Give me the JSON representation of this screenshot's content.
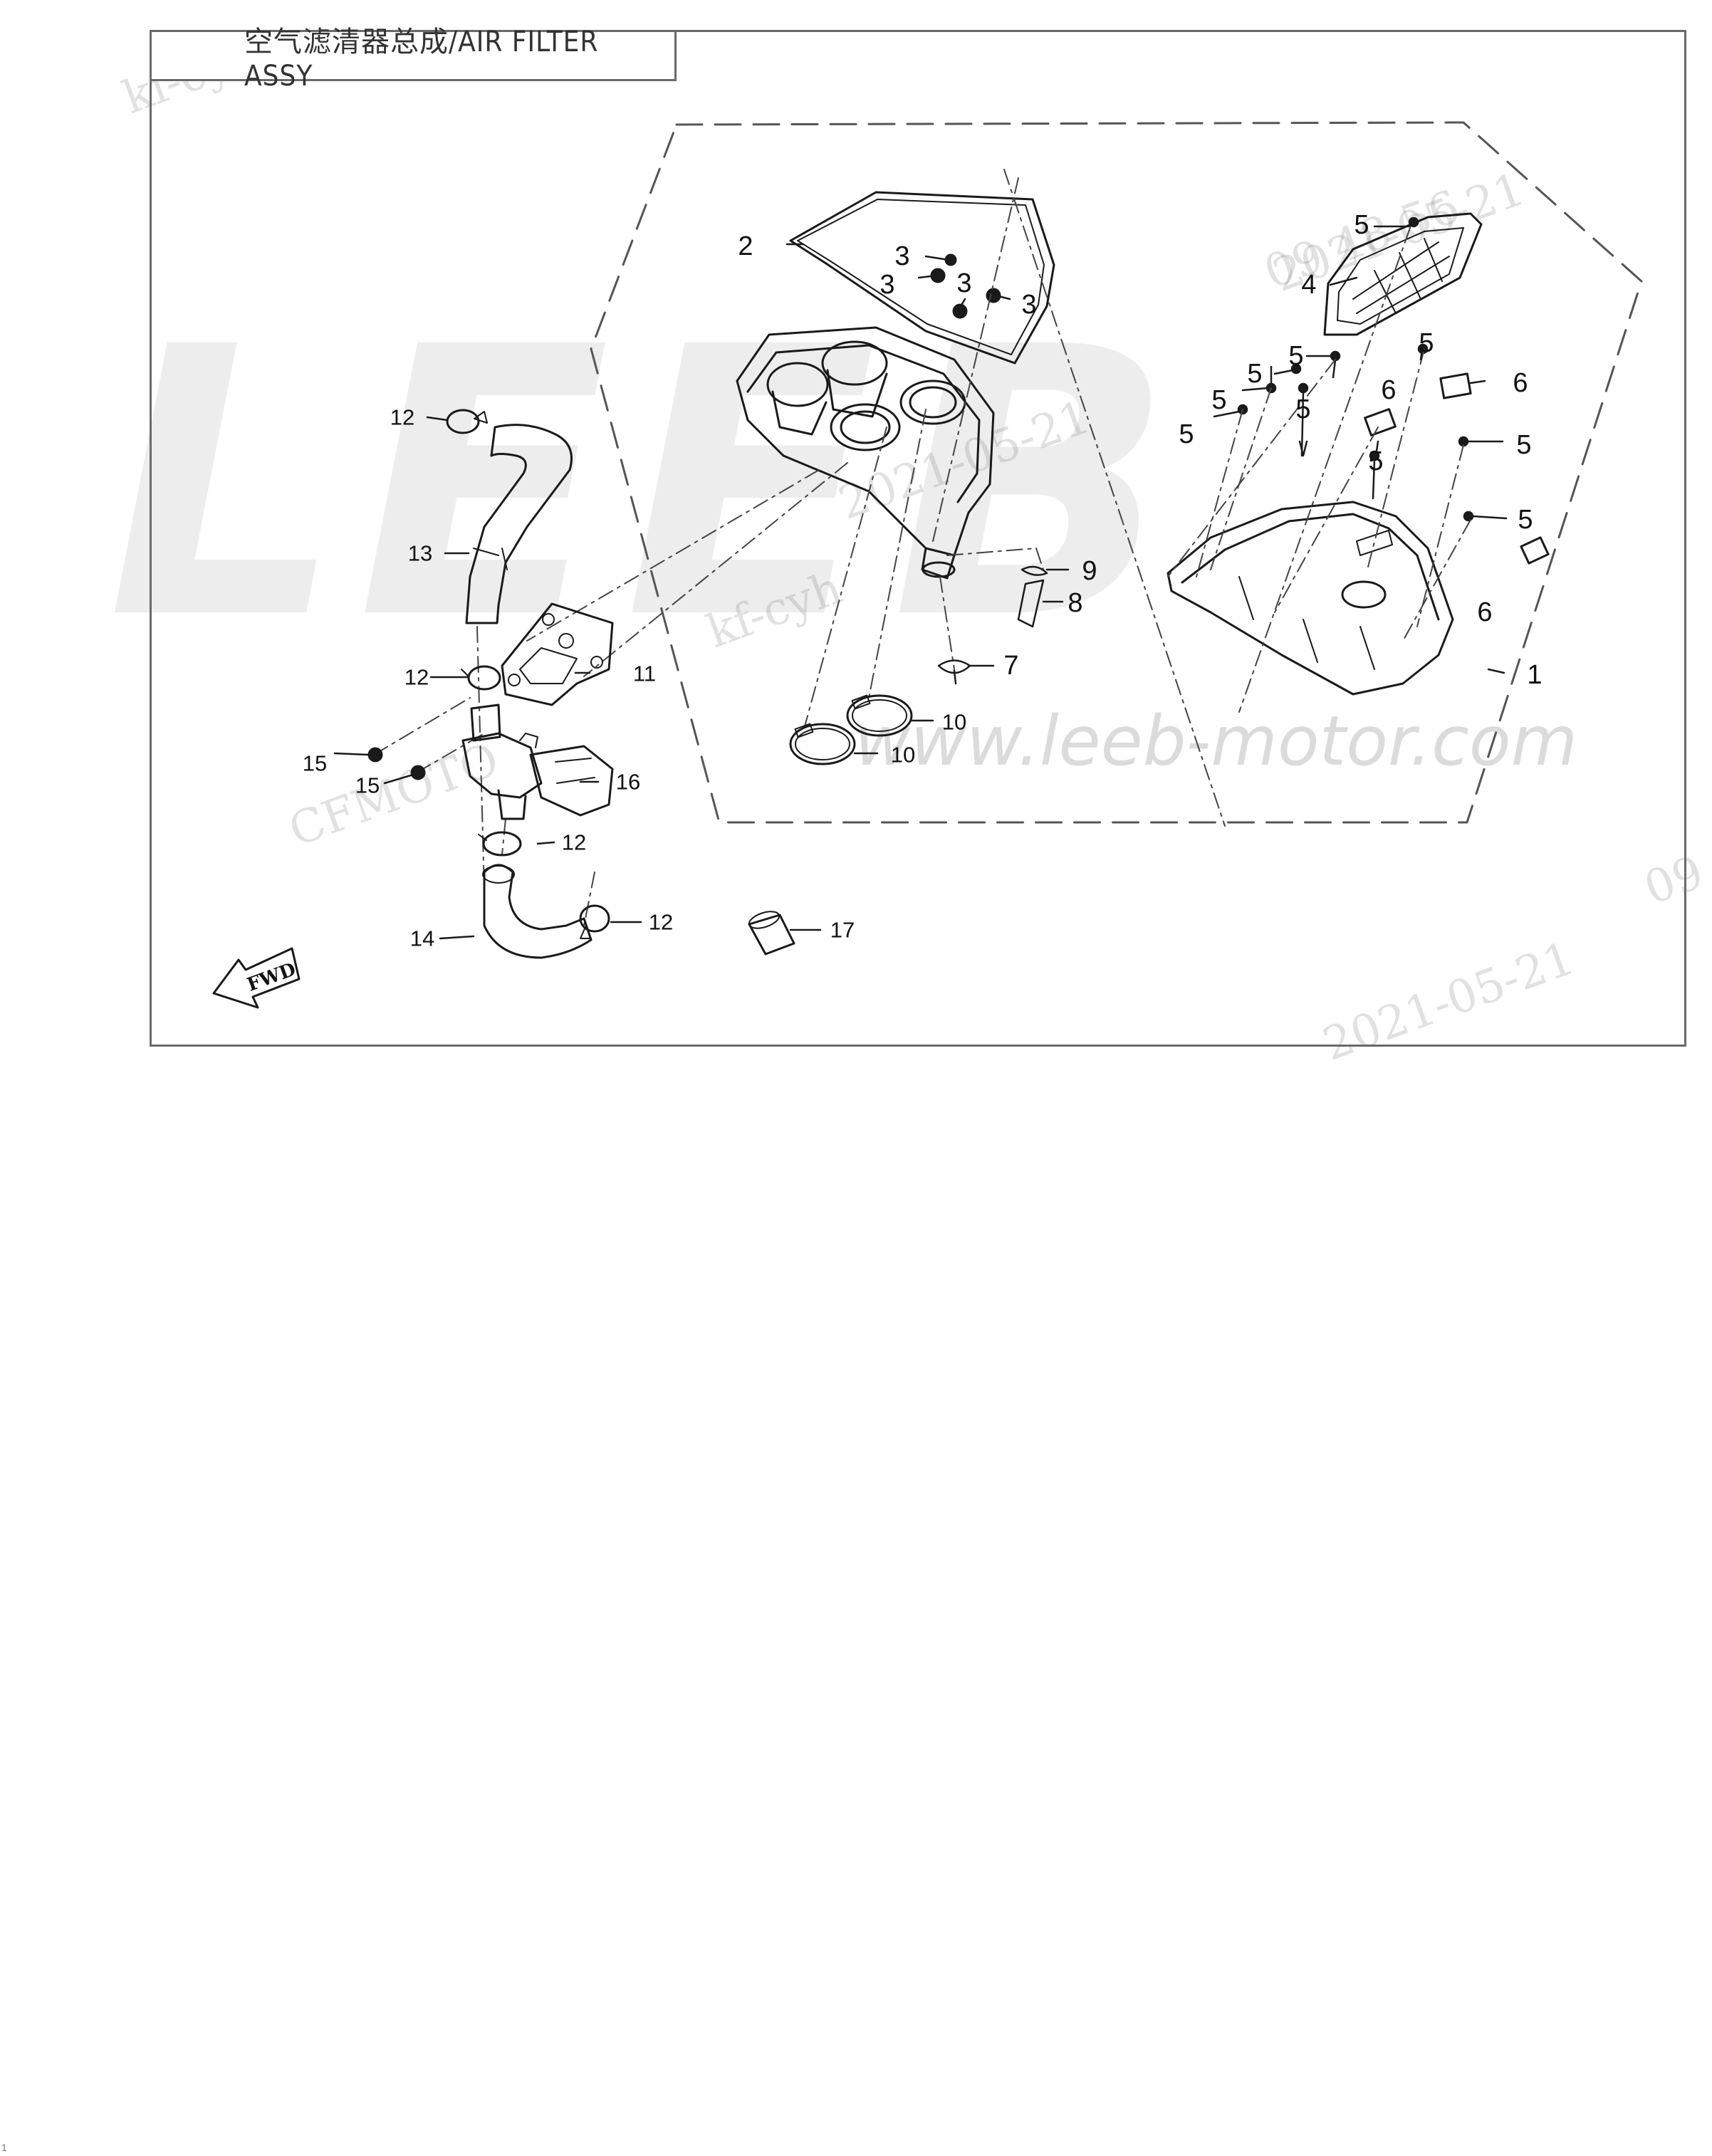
{
  "diagram": {
    "title": "空气滤清器总成/AIR FILTER ASSY",
    "fwd_label": "FWD",
    "callouts": [
      {
        "id": "c1",
        "text": "1"
      },
      {
        "id": "c2",
        "text": "2"
      },
      {
        "id": "c3a",
        "text": "3"
      },
      {
        "id": "c3b",
        "text": "3"
      },
      {
        "id": "c3c",
        "text": "3"
      },
      {
        "id": "c3d",
        "text": "3"
      },
      {
        "id": "c4",
        "text": "4"
      },
      {
        "id": "c5a",
        "text": "5"
      },
      {
        "id": "c5b",
        "text": "5"
      },
      {
        "id": "c5c",
        "text": "5"
      },
      {
        "id": "c5d",
        "text": "5"
      },
      {
        "id": "c5e",
        "text": "5"
      },
      {
        "id": "c5f",
        "text": "5"
      },
      {
        "id": "c5g",
        "text": "5"
      },
      {
        "id": "c5h",
        "text": "5"
      },
      {
        "id": "c5i",
        "text": "5"
      },
      {
        "id": "c5j",
        "text": "5"
      },
      {
        "id": "c6a",
        "text": "6"
      },
      {
        "id": "c6b",
        "text": "6"
      },
      {
        "id": "c6c",
        "text": "6"
      },
      {
        "id": "c7",
        "text": "7"
      },
      {
        "id": "c8",
        "text": "8"
      },
      {
        "id": "c9",
        "text": "9"
      },
      {
        "id": "c10a",
        "text": "10"
      },
      {
        "id": "c10b",
        "text": "10"
      },
      {
        "id": "c11",
        "text": "11"
      },
      {
        "id": "c12a",
        "text": "12"
      },
      {
        "id": "c12b",
        "text": "12"
      },
      {
        "id": "c12c",
        "text": "12"
      },
      {
        "id": "c12d",
        "text": "12"
      },
      {
        "id": "c13",
        "text": "13"
      },
      {
        "id": "c14",
        "text": "14"
      },
      {
        "id": "c15a",
        "text": "15"
      },
      {
        "id": "c15b",
        "text": "15"
      },
      {
        "id": "c16",
        "text": "16"
      },
      {
        "id": "c17",
        "text": "17"
      }
    ]
  },
  "watermarks": {
    "brand": "LEEB",
    "url": "www.leeb-motor.com",
    "stamps": [
      "kf-cyh",
      "kf-cyh",
      "CFMOTO",
      "2021-05-21",
      "2021-05-21",
      "2021-05-21",
      "09 48 56",
      "09"
    ]
  },
  "page_number": "1",
  "colors": {
    "line": "#1a1a1a",
    "frame": "#6a6a6a",
    "dashed": "#555555",
    "watermark": "#bbbbbb"
  }
}
